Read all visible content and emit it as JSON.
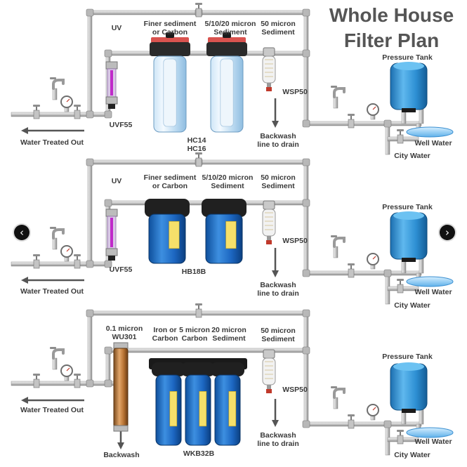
{
  "title_line1": "Whole House",
  "title_line2": "Filter Plan",
  "nav": {
    "prev_icon": "chevron-left-icon",
    "next_icon": "chevron-right-icon"
  },
  "panels": [
    {
      "uv": "UV",
      "uv_model": "UVF55",
      "finer_label": [
        "Finer sediment",
        "or Carbon"
      ],
      "micron_label": [
        "5/10/20 micron",
        "Sediment"
      ],
      "fifty_label": [
        "50 micron",
        "Sediment"
      ],
      "wsp": "WSP50",
      "housing_model": [
        "HC14",
        "HC16"
      ],
      "backwash": [
        "Backwash",
        "line to drain"
      ],
      "water_out": "Water Treated Out",
      "pressure_tank": "Pressure Tank",
      "well_water": "Well Water",
      "city_water": "City Water"
    },
    {
      "uv": "UV",
      "uv_model": "UVF55",
      "finer_label": [
        "Finer sediment",
        "or Carbon"
      ],
      "micron_label": [
        "5/10/20 micron",
        "Sediment"
      ],
      "fifty_label": [
        "50 micron",
        "Sediment"
      ],
      "wsp": "WSP50",
      "housing_model": [
        "HB18B"
      ],
      "backwash": [
        "Backwash",
        "line to drain"
      ],
      "water_out": "Water Treated Out",
      "pressure_tank": "Pressure Tank",
      "well_water": "Well Water",
      "city_water": "City Water"
    },
    {
      "wu_label": [
        "0.1 micron",
        "WU301"
      ],
      "iron_label": [
        "Iron or",
        "Carbon"
      ],
      "five_label": [
        "5 micron",
        "Carbon"
      ],
      "twenty_label": [
        "20 micron",
        "Sediment"
      ],
      "fifty_label": [
        "50 micron",
        "Sediment"
      ],
      "wsp": "WSP50",
      "housing_model": [
        "WKB32B"
      ],
      "backwash_wu": "Backwash",
      "backwash": [
        "Backwash",
        "line to drain"
      ],
      "water_out": "Water Treated Out",
      "pressure_tank": "Pressure Tank",
      "well_water": "Well Water",
      "city_water": "City Water"
    }
  ]
}
